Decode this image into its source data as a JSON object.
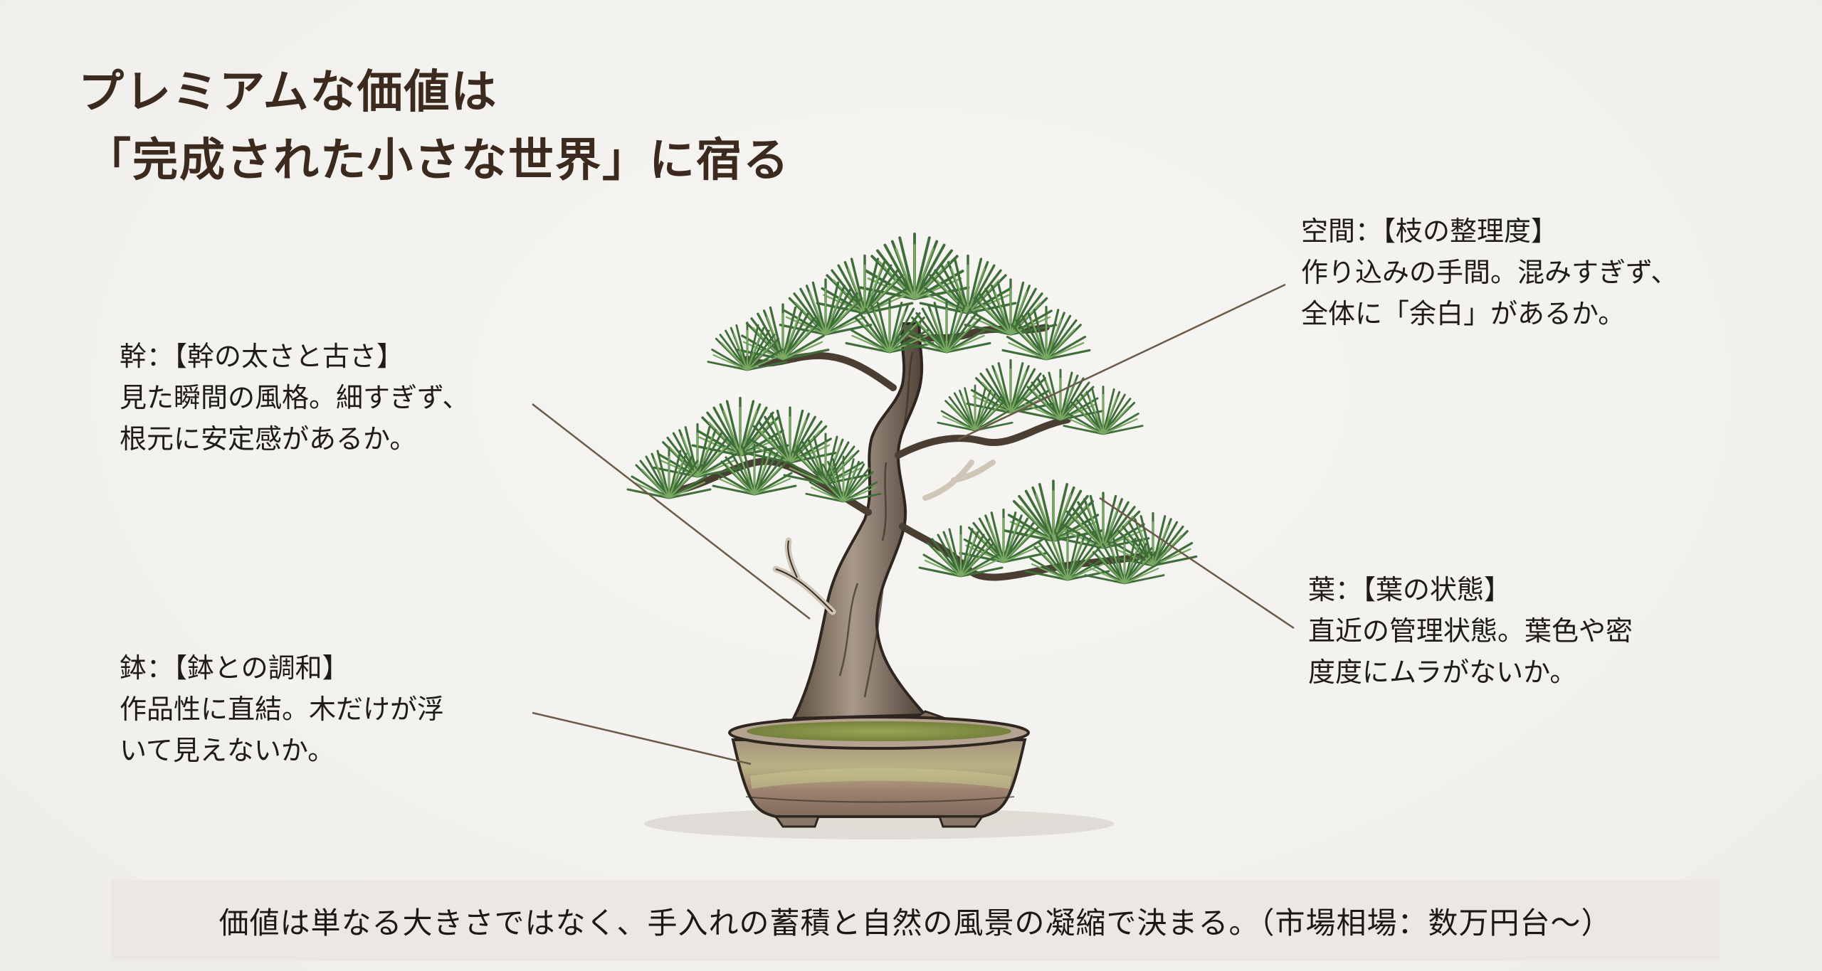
{
  "title": {
    "line1": "プレミアムな価値は",
    "line2": "「完成された小さな世界」に宿る"
  },
  "annotations": {
    "space": {
      "heading": "空間：【枝の整理度】",
      "body_lines": [
        "作り込みの手間。混みすぎず、",
        "全体に「余白」があるか。"
      ]
    },
    "trunk": {
      "heading": "幹：【幹の太さと古さ】",
      "body_lines": [
        "見た瞬間の風格。細すぎず、",
        "根元に安定感があるか。"
      ]
    },
    "leaf": {
      "heading": "葉：【葉の状態】",
      "body_lines": [
        "直近の管理状態。葉色や密",
        "度度にムラがないか。"
      ]
    },
    "pot": {
      "heading": "鉢：【鉢との調和】",
      "body_lines": [
        "作品性に直結。木だけが浮",
        "いて見えないか。"
      ]
    }
  },
  "footer": {
    "text": "価値は単なる大きさではなく、手入れの蓄積と自然の風景の凝縮で決まる。（市場相場：数万円台〜）"
  },
  "illustration": {
    "subject": "pine bonsai in glazed oval pot",
    "colors": {
      "needle_dark": "#3f6e3a",
      "needle_light": "#6c9a58",
      "bark": "#7a6a58",
      "bark_dark": "#3a2f25",
      "pot": "#9d8872",
      "moss": "#8a9a48",
      "leader_line": "#6b5a48",
      "title": "#3b2a1d",
      "banner_bg": "#ebe8e3"
    }
  }
}
